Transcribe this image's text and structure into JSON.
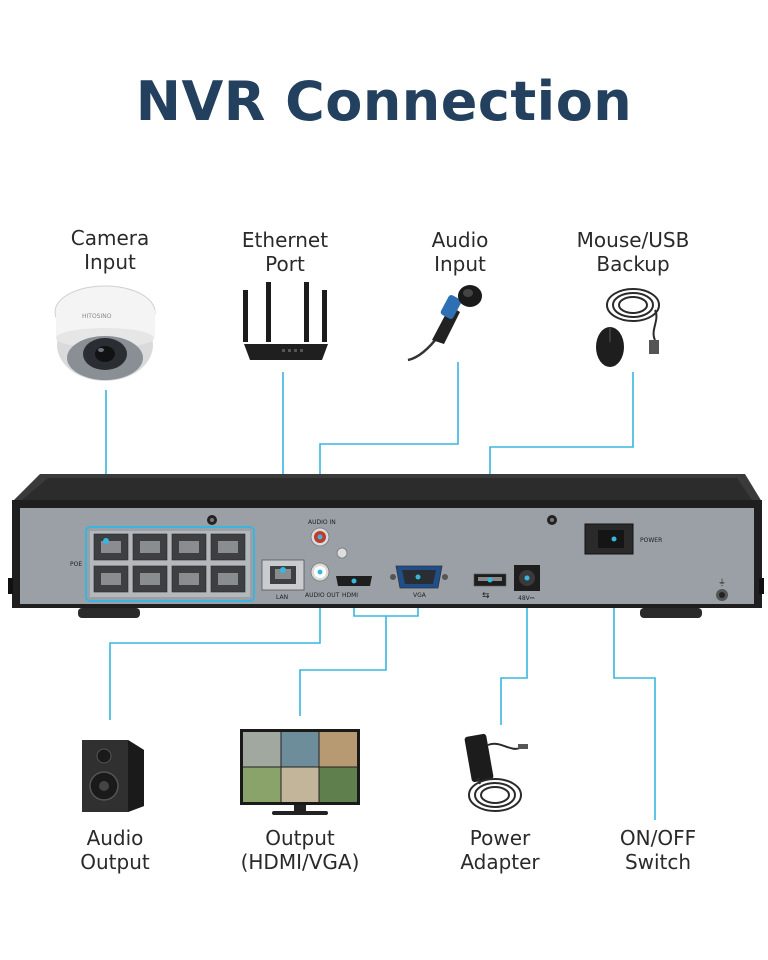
{
  "title": "NVR Connection",
  "labels": {
    "camera_input": [
      "Camera",
      "Input"
    ],
    "ethernet_port": [
      "Ethernet",
      "Port"
    ],
    "audio_input": [
      "Audio",
      "Input"
    ],
    "mouse_usb_backup": [
      "Mouse/USB",
      "Backup"
    ],
    "audio_output": [
      "Audio",
      "Output"
    ],
    "output_hdmi_vga": [
      "Output",
      "(HDMI/VGA)"
    ],
    "power_adapter": [
      "Power",
      "Adapter"
    ],
    "on_off_switch": [
      "ON/OFF",
      "Switch"
    ]
  },
  "panel": {
    "poe": "POE",
    "lan": "LAN",
    "audio_in": "AUDIO IN",
    "audio_out": "AUDIO OUT",
    "hdmi": "HDMI",
    "vga": "VGA",
    "dc": "48V⎓",
    "power": "POWER"
  },
  "camera_brand": "HITOSINO",
  "colors": {
    "title": "#23405f",
    "connector_line": "#38b6e0",
    "nvr_body": "#2b2b2b",
    "nvr_panel": "#9aa0a6"
  }
}
